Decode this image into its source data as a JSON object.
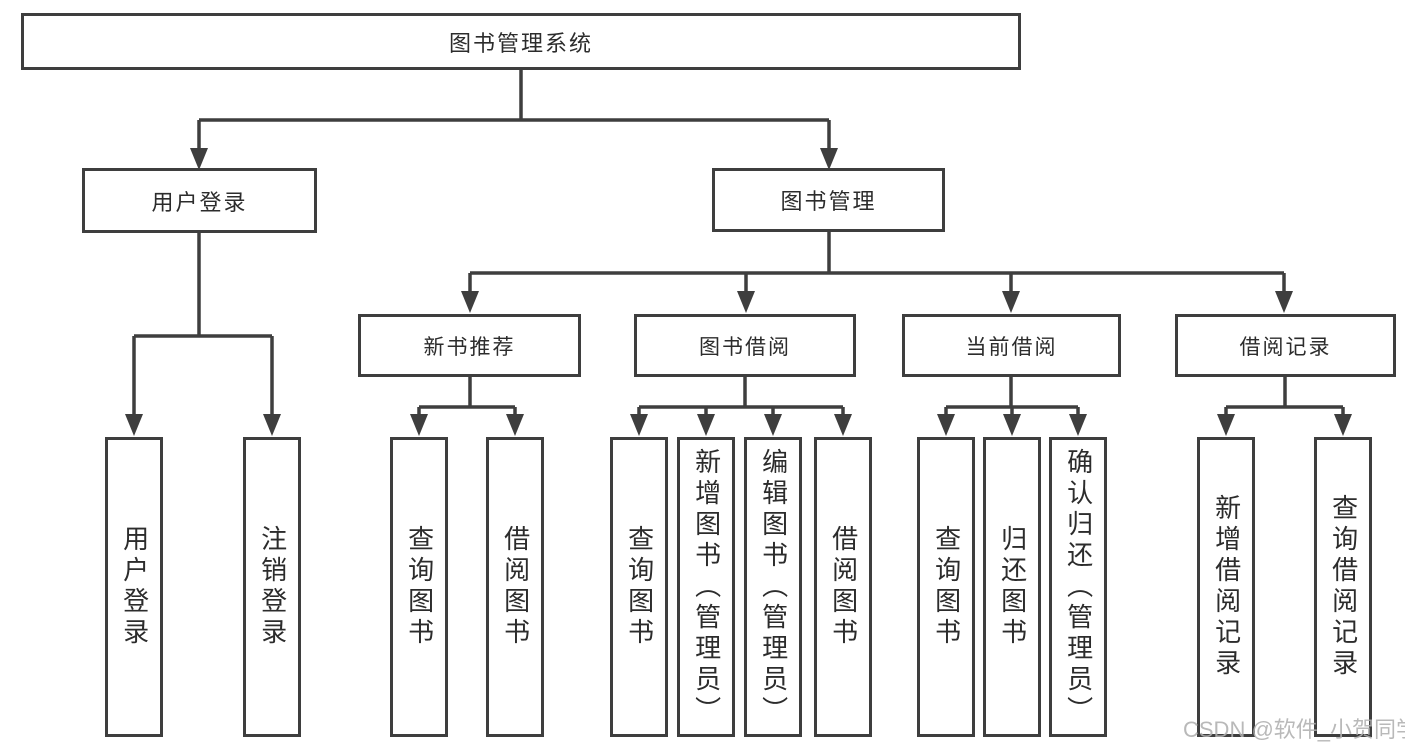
{
  "diagram": {
    "root": "图书管理系统",
    "level2": [
      "用户登录",
      "图书管理"
    ],
    "level3": [
      "新书推荐",
      "图书借阅",
      "当前借阅",
      "借阅记录"
    ],
    "leaves": [
      "用户登录",
      "注销登录",
      "查询图书",
      "借阅图书",
      "查询图书",
      "新增图书（管理员）",
      "编辑图书（管理员）",
      "借阅图书",
      "查询图书",
      "归还图书",
      "确认归还（管理员）",
      "新增借阅记录",
      "查询借阅记录"
    ],
    "watermark": "CSDN @软件_小贺同学",
    "colors": {
      "line": "#3e3e3e",
      "text": "#2c2c2c",
      "watermark": "#b0b0b0",
      "background": "#ffffff"
    }
  }
}
